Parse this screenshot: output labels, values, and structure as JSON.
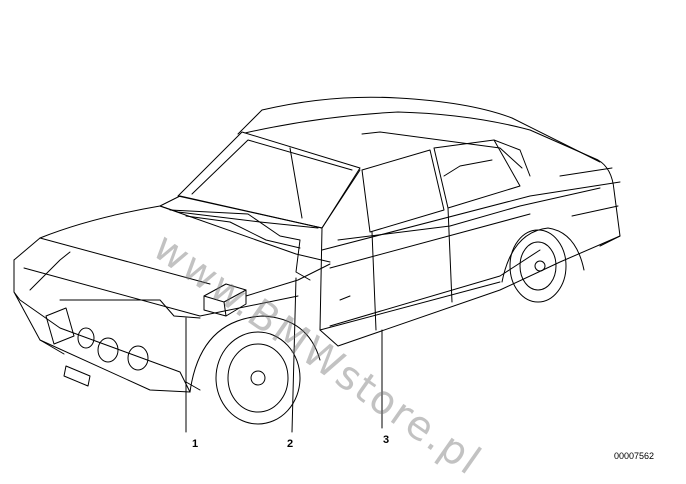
{
  "diagram": {
    "callouts": [
      {
        "id": "1",
        "label": "1"
      },
      {
        "id": "2",
        "label": "2"
      },
      {
        "id": "3",
        "label": "3"
      }
    ],
    "document_number": "00007562",
    "watermark": "www.BMWstore.pl"
  },
  "colors": {
    "line": "#000000",
    "background": "#ffffff",
    "watermark": "#8a8a8a"
  }
}
